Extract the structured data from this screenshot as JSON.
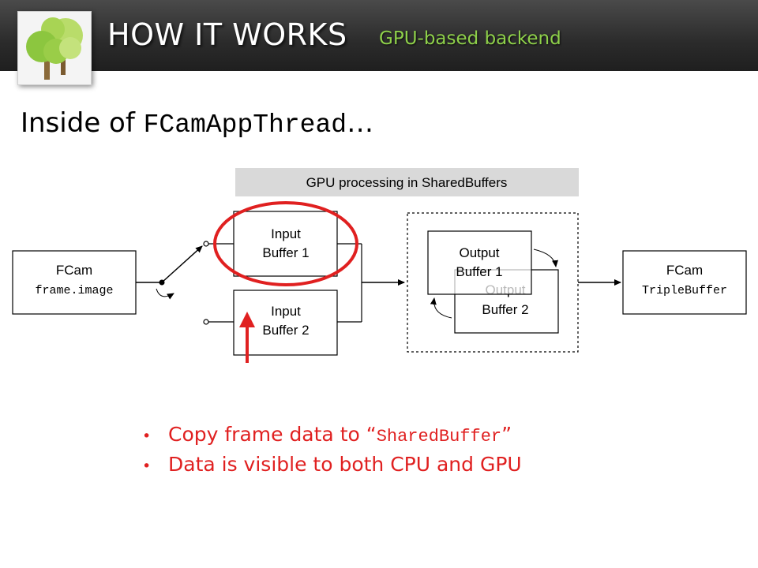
{
  "header": {
    "title": "HOW IT WORKS",
    "subtitle": "GPU-based backend",
    "logo_icon": "tree-icon"
  },
  "heading": {
    "text": "Inside of ",
    "code": "FCamAppThread",
    "suffix": "…"
  },
  "diagram": {
    "banner": "GPU processing in SharedBuffers",
    "source": {
      "line1": "FCam",
      "line2": "frame.image"
    },
    "input1": {
      "line1": "Input",
      "line2": "Buffer 1"
    },
    "input2": {
      "line1": "Input",
      "line2": "Buffer 2"
    },
    "output1": {
      "line1": "Output",
      "line2": "Buffer 1"
    },
    "output2": {
      "line1": "Output",
      "line2": "Buffer 2"
    },
    "dest": {
      "line1": "FCam",
      "line2": "TripleBuffer"
    }
  },
  "bullets": [
    {
      "before": "Copy frame data to “",
      "code": "SharedBuffer",
      "after": "”"
    },
    {
      "text": "Data is visible to both CPU and GPU"
    }
  ],
  "colors": {
    "accent_red": "#e02020",
    "subtitle_green": "#8ed04a",
    "header_bg": "#2b2b2b"
  }
}
